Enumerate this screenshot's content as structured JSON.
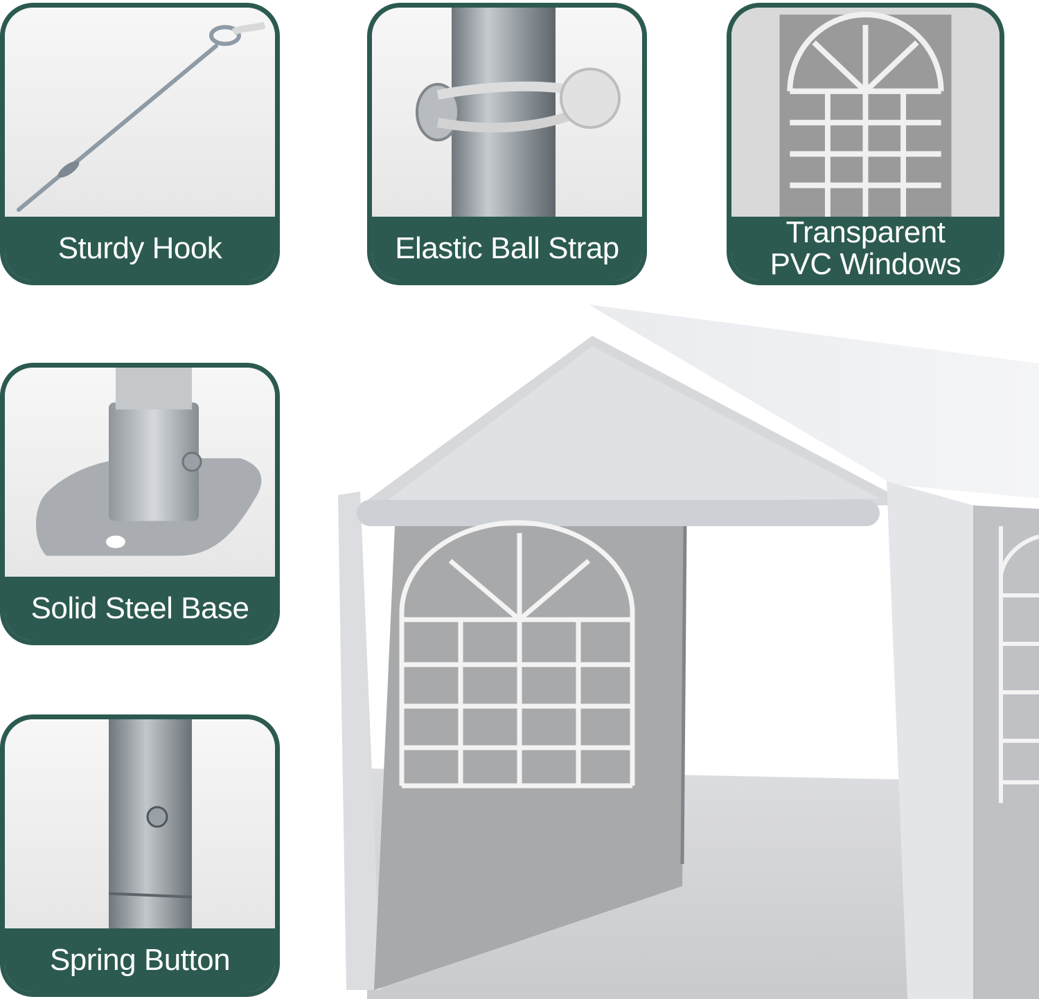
{
  "features": [
    {
      "id": "hook",
      "label": "Sturdy Hook"
    },
    {
      "id": "strap",
      "label": "Elastic Ball Strap"
    },
    {
      "id": "windows",
      "label_line1": "Transparent",
      "label_line2": "PVC Windows"
    },
    {
      "id": "base",
      "label": "Solid Steel Base"
    },
    {
      "id": "button",
      "label": "Spring Button"
    }
  ],
  "colors": {
    "band": "#2c5a50",
    "band_text": "#ffffff",
    "canvas": "#d9dadc",
    "wall": "#a8a9ab"
  },
  "icons": [
    "hook-stake-icon",
    "elastic-strap-icon",
    "pvc-window-icon",
    "steel-base-icon",
    "spring-button-icon",
    "canopy-tent-illustration"
  ]
}
